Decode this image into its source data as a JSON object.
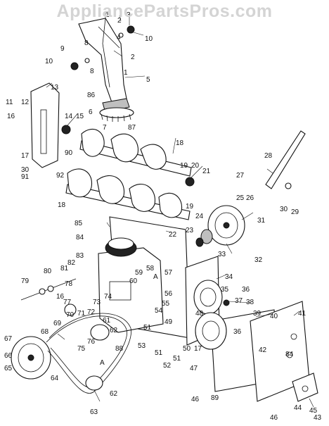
{
  "watermark": "AppliancePartsPros.com",
  "callouts": [
    {
      "id": "c-1a",
      "text": "1"
    },
    {
      "id": "c-2a",
      "text": "2"
    },
    {
      "id": "c-3",
      "text": "3"
    },
    {
      "id": "c-4",
      "text": "4"
    },
    {
      "id": "c-10a",
      "text": "10"
    },
    {
      "id": "c-8a",
      "text": "8"
    },
    {
      "id": "c-9",
      "text": "9"
    },
    {
      "id": "c-2b",
      "text": "2"
    },
    {
      "id": "c-10b",
      "text": "10"
    },
    {
      "id": "c-8b",
      "text": "8"
    },
    {
      "id": "c-1b",
      "text": "1"
    },
    {
      "id": "c-5",
      "text": "5"
    },
    {
      "id": "c-13",
      "text": "13"
    },
    {
      "id": "c-11",
      "text": "11"
    },
    {
      "id": "c-12",
      "text": "12"
    },
    {
      "id": "c-16a",
      "text": "16"
    },
    {
      "id": "c-86",
      "text": "86"
    },
    {
      "id": "c-6",
      "text": "6"
    },
    {
      "id": "c-87",
      "text": "87"
    },
    {
      "id": "c-7",
      "text": "7"
    },
    {
      "id": "c-14",
      "text": "14"
    },
    {
      "id": "c-15",
      "text": "15"
    },
    {
      "id": "c-17a",
      "text": "17"
    },
    {
      "id": "c-90",
      "text": "90"
    },
    {
      "id": "c-30a",
      "text": "30"
    },
    {
      "id": "c-92",
      "text": "92"
    },
    {
      "id": "c-91",
      "text": "91"
    },
    {
      "id": "c-18a",
      "text": "18"
    },
    {
      "id": "c-19a",
      "text": "19"
    },
    {
      "id": "c-20",
      "text": "20"
    },
    {
      "id": "c-21",
      "text": "21"
    },
    {
      "id": "c-28",
      "text": "28"
    },
    {
      "id": "c-27",
      "text": "27"
    },
    {
      "id": "c-18b",
      "text": "18"
    },
    {
      "id": "c-19b",
      "text": "19"
    },
    {
      "id": "c-25",
      "text": "25"
    },
    {
      "id": "c-26",
      "text": "26"
    },
    {
      "id": "c-30b",
      "text": "30"
    },
    {
      "id": "c-29",
      "text": "29"
    },
    {
      "id": "c-24",
      "text": "24"
    },
    {
      "id": "c-31",
      "text": "31"
    },
    {
      "id": "c-85",
      "text": "85"
    },
    {
      "id": "c-22",
      "text": "22"
    },
    {
      "id": "c-84a",
      "text": "84"
    },
    {
      "id": "c-23",
      "text": "23"
    },
    {
      "id": "c-33",
      "text": "33"
    },
    {
      "id": "c-32",
      "text": "32"
    },
    {
      "id": "c-83",
      "text": "83"
    },
    {
      "id": "c-82",
      "text": "82"
    },
    {
      "id": "c-81",
      "text": "81"
    },
    {
      "id": "c-80",
      "text": "80"
    },
    {
      "id": "c-79",
      "text": "79"
    },
    {
      "id": "c-78",
      "text": "78"
    },
    {
      "id": "c-16b",
      "text": "16"
    },
    {
      "id": "c-77",
      "text": "77"
    },
    {
      "id": "c-59",
      "text": "59"
    },
    {
      "id": "c-58",
      "text": "58"
    },
    {
      "id": "c-A1",
      "text": "A"
    },
    {
      "id": "c-57",
      "text": "57"
    },
    {
      "id": "c-60",
      "text": "60"
    },
    {
      "id": "c-34",
      "text": "34"
    },
    {
      "id": "c-35",
      "text": "35"
    },
    {
      "id": "c-36a",
      "text": "36"
    },
    {
      "id": "c-74",
      "text": "74"
    },
    {
      "id": "c-73",
      "text": "73"
    },
    {
      "id": "c-56",
      "text": "56"
    },
    {
      "id": "c-55",
      "text": "55"
    },
    {
      "id": "c-37",
      "text": "37"
    },
    {
      "id": "c-38",
      "text": "38"
    },
    {
      "id": "c-71",
      "text": "71"
    },
    {
      "id": "c-72",
      "text": "72"
    },
    {
      "id": "c-54",
      "text": "54"
    },
    {
      "id": "c-39",
      "text": "39"
    },
    {
      "id": "c-70",
      "text": "70"
    },
    {
      "id": "c-69",
      "text": "69"
    },
    {
      "id": "c-62a",
      "text": "62"
    },
    {
      "id": "c-61",
      "text": "61"
    },
    {
      "id": "c-48",
      "text": "48"
    },
    {
      "id": "c-40",
      "text": "40"
    },
    {
      "id": "c-41",
      "text": "41"
    },
    {
      "id": "c-68",
      "text": "68"
    },
    {
      "id": "c-76",
      "text": "76"
    },
    {
      "id": "c-75",
      "text": "75"
    },
    {
      "id": "c-88",
      "text": "88"
    },
    {
      "id": "c-53",
      "text": "53"
    },
    {
      "id": "c-51a",
      "text": "51"
    },
    {
      "id": "c-49",
      "text": "49"
    },
    {
      "id": "c-36b",
      "text": "36"
    },
    {
      "id": "c-67",
      "text": "67"
    },
    {
      "id": "c-50",
      "text": "50"
    },
    {
      "id": "c-17b",
      "text": "17"
    },
    {
      "id": "c-51b",
      "text": "51"
    },
    {
      "id": "c-42",
      "text": "42"
    },
    {
      "id": "c-84b",
      "text": "84"
    },
    {
      "id": "c-66",
      "text": "66"
    },
    {
      "id": "c-51c",
      "text": "51"
    },
    {
      "id": "c-52",
      "text": "52"
    },
    {
      "id": "c-65",
      "text": "65"
    },
    {
      "id": "c-A2",
      "text": "A"
    },
    {
      "id": "c-47",
      "text": "47"
    },
    {
      "id": "c-64",
      "text": "64"
    },
    {
      "id": "c-62b",
      "text": "62"
    },
    {
      "id": "c-46a",
      "text": "46"
    },
    {
      "id": "c-89",
      "text": "89"
    },
    {
      "id": "c-44",
      "text": "44"
    },
    {
      "id": "c-45",
      "text": "45"
    },
    {
      "id": "c-63",
      "text": "63"
    },
    {
      "id": "c-46b",
      "text": "46"
    },
    {
      "id": "c-43",
      "text": "43"
    }
  ]
}
